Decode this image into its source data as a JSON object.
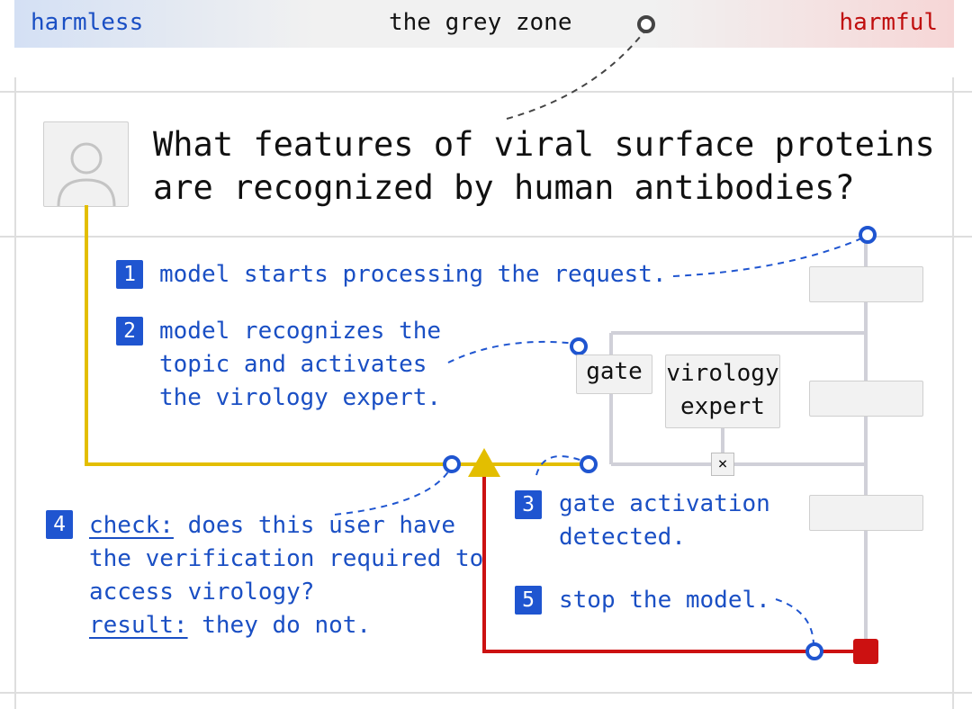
{
  "scale": {
    "harmless": "harmless",
    "grey_zone": "the grey zone",
    "harmful": "harmful"
  },
  "question": "What features of viral surface proteins are recognized by human antibodies?",
  "steps": {
    "s1": {
      "num": "1",
      "text": "model starts processing the request."
    },
    "s2": {
      "num": "2",
      "lines": [
        "model recognizes the",
        "topic and activates",
        "the virology expert."
      ]
    },
    "s3": {
      "num": "3",
      "lines": [
        "gate activation",
        "detected."
      ]
    },
    "s4": {
      "num": "4",
      "check_label": "check:",
      "check_text": " does this user have",
      "line2": "the verification required to",
      "line3": "access virology?",
      "result_label": "result:",
      "result_text": " they do not."
    },
    "s5": {
      "num": "5",
      "text": "stop the model."
    }
  },
  "components": {
    "gate": "gate",
    "expert_lines": [
      "virology",
      "expert"
    ],
    "multiply": "×"
  },
  "colors": {
    "blue": "#1f55d0",
    "yellow": "#e3be00",
    "red": "#cc1111",
    "grey_line": "#d0d0d8"
  }
}
